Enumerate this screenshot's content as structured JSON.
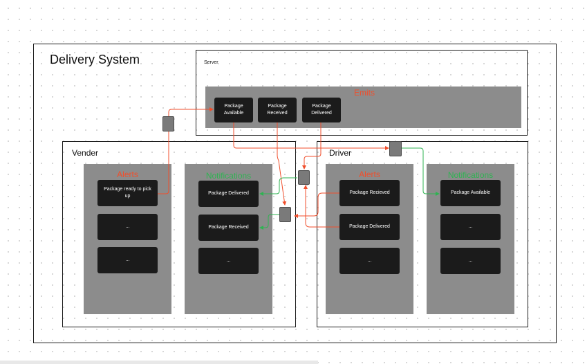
{
  "diagram": {
    "title": "Delivery System",
    "server": {
      "label": "Server",
      "emits_title": "Emits",
      "events": [
        "Package Available",
        "Package Received",
        "Package Delivered"
      ]
    },
    "vender": {
      "label": "Vender",
      "alerts_title": "Alerts",
      "alerts": [
        "Package ready to pick up",
        "...",
        "..."
      ],
      "notifications_title": "Notifications",
      "notifications": [
        "Package Delivered",
        "Package Received",
        "..."
      ]
    },
    "driver": {
      "label": "Driver",
      "alerts_title": "Alerts",
      "alerts": [
        "Package Recieved",
        "Package Delivered",
        "..."
      ],
      "notifications_title": "Notifications",
      "notifications": [
        "Package Available",
        "...",
        "..."
      ]
    }
  },
  "colors": {
    "alert_red": "#f04e2b",
    "notify_green": "#2fb352",
    "node_bg": "#1b1b1b",
    "panel_bg": "#8c8c8c"
  }
}
